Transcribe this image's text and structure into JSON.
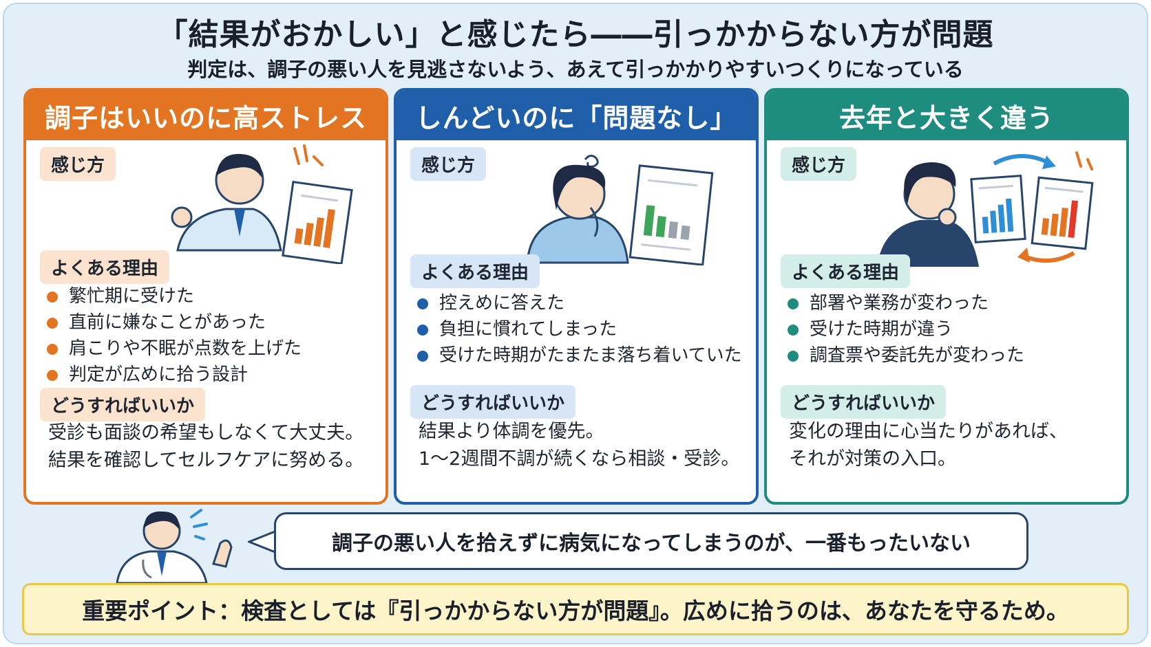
{
  "title": "「結果がおかしい」と感じたら――引っかからない方が問題",
  "subtitle": "判定は、調子の悪い人を見逃さないよう、あえて引っかかりやすいつくりになっている",
  "cards": [
    {
      "heading": "調子はいいのに高ストレス",
      "feel_label": "感じ方",
      "reasons_label": "よくある理由",
      "reasons": [
        "繁忙期に受けた",
        "直前に嫌なことがあった",
        "肩こりや不眠が点数を上げた",
        "判定が広めに拾う設計"
      ],
      "advice_label": "どうすればいいか",
      "advice": "受診も面談の希望もしなくて大丈夫。\n結果を確認してセルフケアに努める。",
      "accent": "#e27422",
      "tag_bg": "#fbe3cf"
    },
    {
      "heading": "しんどいのに「問題なし」",
      "feel_label": "感じ方",
      "reasons_label": "よくある理由",
      "reasons": [
        "控えめに答えた",
        "負担に慣れてしまった",
        "受けた時期がたまたま落ち着いていた"
      ],
      "advice_label": "どうすればいいか",
      "advice": "結果より体調を優先。\n1〜2週間不調が続くなら相談・受診。",
      "accent": "#1f5fa9",
      "tag_bg": "#d6e6f6"
    },
    {
      "heading": "去年と大きく違う",
      "feel_label": "感じ方",
      "reasons_label": "よくある理由",
      "reasons": [
        "部署や業務が変わった",
        "受けた時期が違う",
        "調査票や委託先が変わった"
      ],
      "advice_label": "どうすればいいか",
      "advice": "変化の理由に心当たりがあれば、\nそれが対策の入口。",
      "accent": "#1f8c80",
      "tag_bg": "#d3ede8"
    }
  ],
  "speech": "調子の悪い人を拾えずに病気になってしまうのが、一番もったいない",
  "key_point": "重要ポイント：検査としては『引っかからない方が問題』。広めに拾うのは、あなたを守るため。",
  "icons": [
    "stressed-man-with-chart",
    "tired-woman-with-report",
    "thinking-man-comparing-charts",
    "doctor"
  ]
}
